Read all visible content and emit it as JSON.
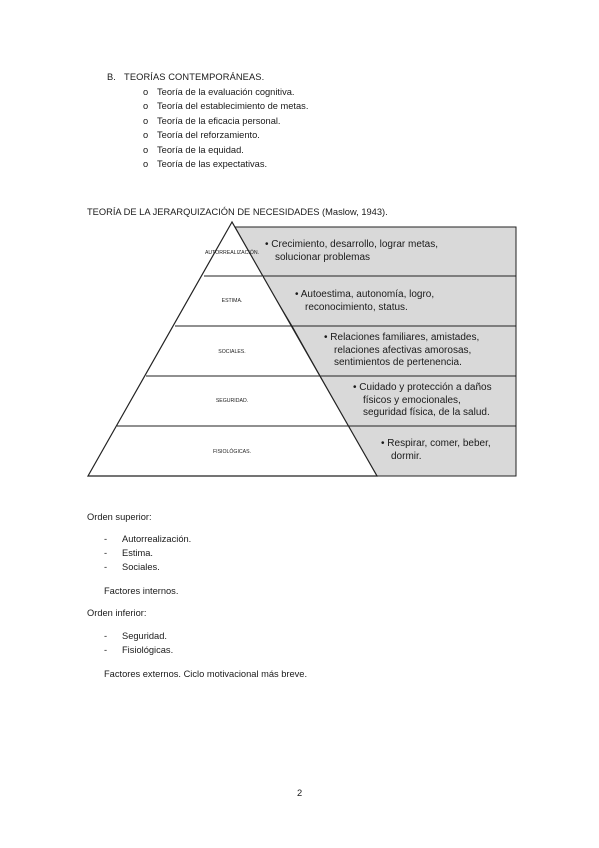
{
  "section": {
    "marker": "B.",
    "title": "TEORÍAS CONTEMPORÁNEAS.",
    "items": [
      "Teoría de la evaluación cognitiva.",
      "Teoría del establecimiento de metas.",
      "Teoría de la eficacia personal.",
      "Teoría del reforzamiento.",
      "Teoría de la equidad.",
      "Teoría de las expectativas."
    ],
    "bullet": "o"
  },
  "diagram": {
    "heading": "TEORÍA DE LA JERARQUIZACIÓN DE NECESIDADES (Maslow, 1943).",
    "levels": [
      {
        "label": "AUTORREALIZACIÓN.",
        "lines": [
          "• Crecimiento, desarrollo, lograr metas,",
          "solucionar problemas"
        ]
      },
      {
        "label": "ESTIMA.",
        "lines": [
          "• Autoestima, autonomía, logro,",
          "reconocimiento, status."
        ]
      },
      {
        "label": "SOCIALES.",
        "lines": [
          "• Relaciones familiares, amistades,",
          "relaciones afectivas amorosas,",
          "sentimientos de pertenencia."
        ]
      },
      {
        "label": "SEGURIDAD.",
        "lines": [
          "• Cuidado y protección a daños",
          "físicos y emocionales,",
          "seguridad física, de la salud."
        ]
      },
      {
        "label": "FISIOLÓGICAS.",
        "lines": [
          "• Respirar, comer, beber,",
          "dormir."
        ]
      }
    ],
    "box_fill": "#d9d9d9"
  },
  "orden_superior": {
    "title": "Orden superior:",
    "items": [
      "Autorrealización.",
      "Estima.",
      "Sociales."
    ],
    "dash": "-",
    "note": "Factores internos."
  },
  "orden_inferior": {
    "title": "Orden inferior:",
    "items": [
      "Seguridad.",
      "Fisiológicas."
    ],
    "dash": "-",
    "note": "Factores externos. Ciclo motivacional más breve."
  },
  "page_number": "2"
}
